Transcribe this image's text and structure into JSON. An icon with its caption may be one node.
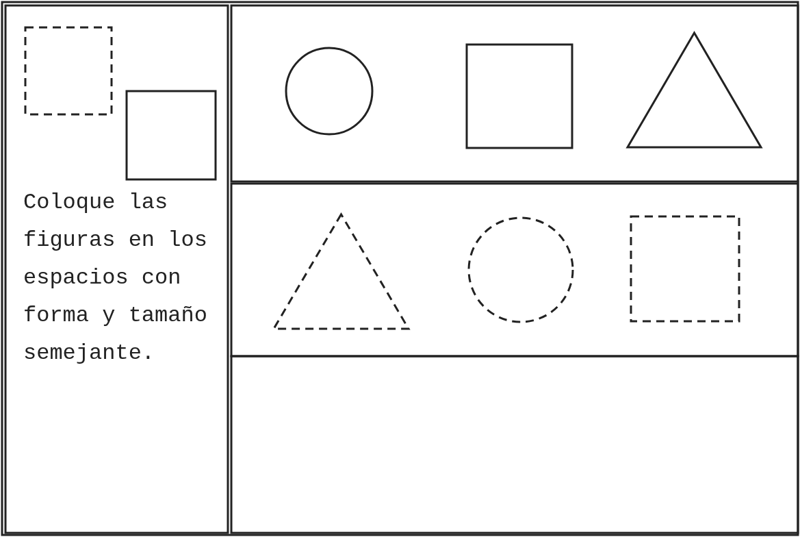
{
  "diagram": {
    "nodes": [
      {
        "text": [],
        "shape": "box"
      },
      {
        "text": [],
        "shape": "box"
      },
      {
        "text": [],
        "shape": "circle"
      },
      {
        "text": [],
        "shape": "box"
      },
      {
        "text": [],
        "shape": "triangle"
      },
      {
        "text": [],
        "shape": "triangle"
      },
      {
        "text": [],
        "shape": "circle"
      },
      {
        "text": [],
        "shape": "box"
      }
    ],
    "labels": [
      "Coloque las figuras en los espacios con forma y tamaño semejante."
    ]
  }
}
